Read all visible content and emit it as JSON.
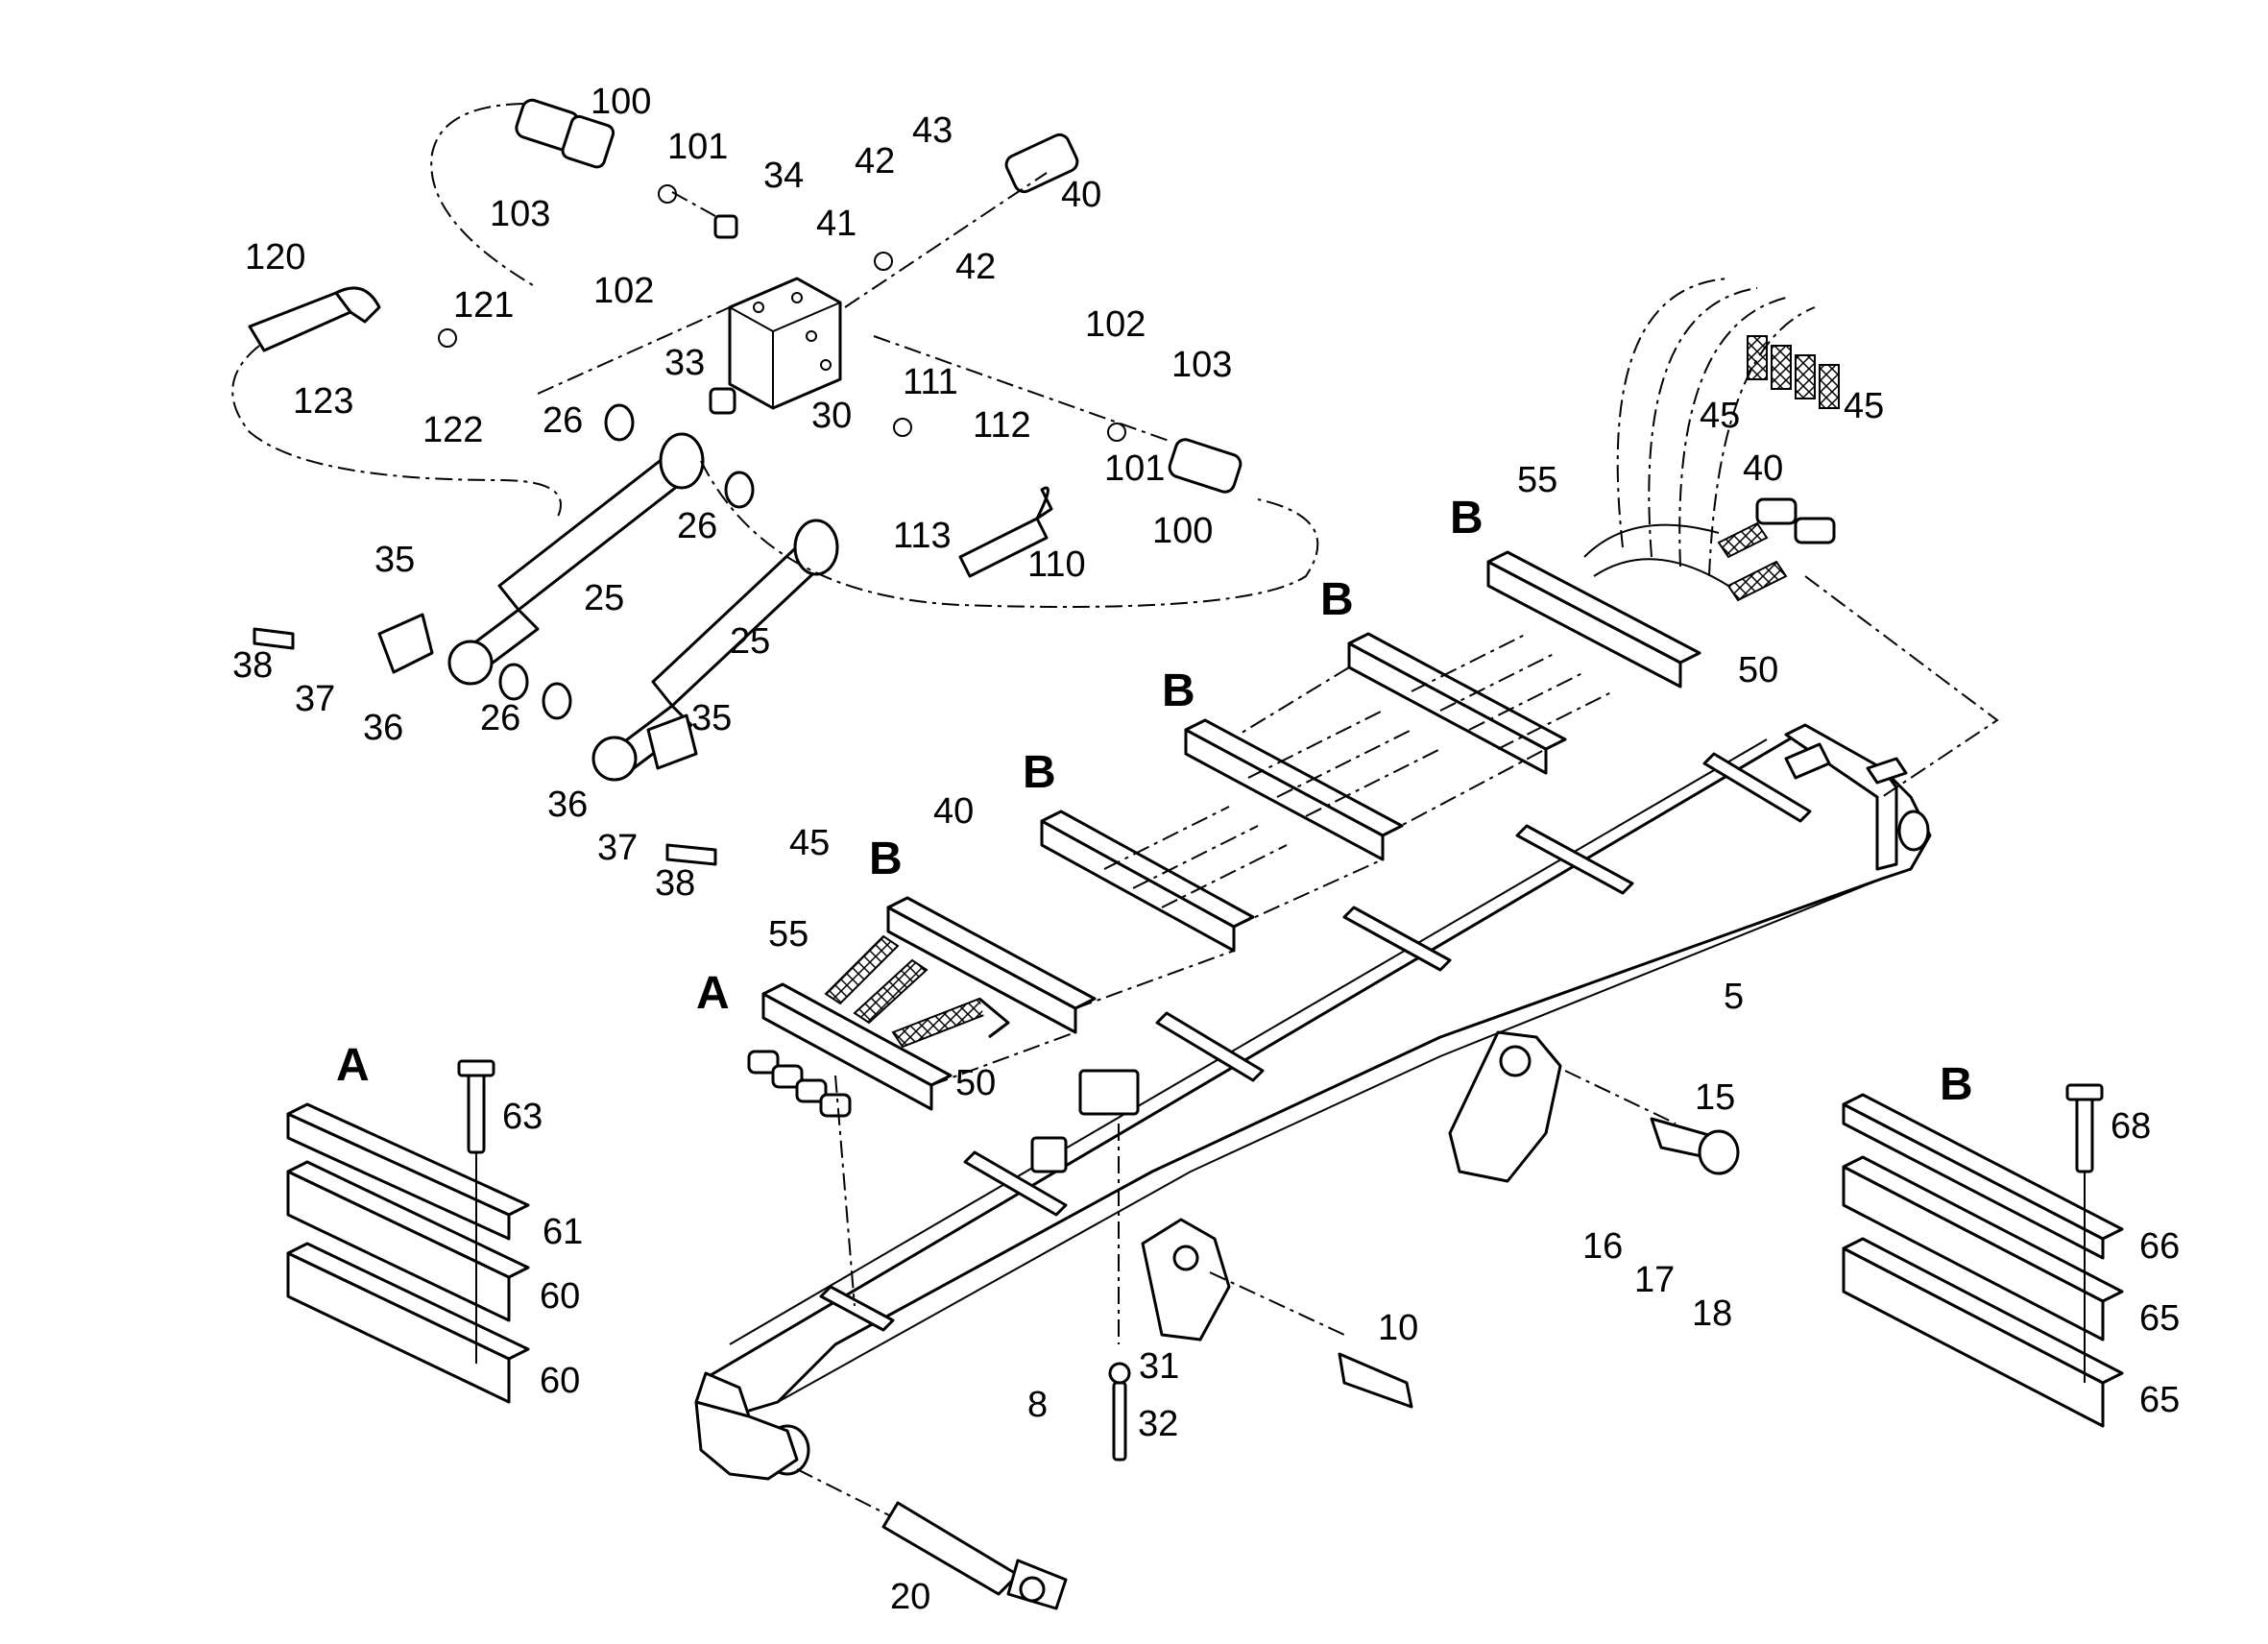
{
  "diagram": {
    "callouts": [
      {
        "id": "c-100a",
        "text": "100"
      },
      {
        "id": "c-101a",
        "text": "101"
      },
      {
        "id": "c-34",
        "text": "34"
      },
      {
        "id": "c-42a",
        "text": "42"
      },
      {
        "id": "c-43",
        "text": "43"
      },
      {
        "id": "c-40a",
        "text": "40"
      },
      {
        "id": "c-103a",
        "text": "103"
      },
      {
        "id": "c-41",
        "text": "41"
      },
      {
        "id": "c-42b",
        "text": "42"
      },
      {
        "id": "c-102a",
        "text": "102"
      },
      {
        "id": "c-120",
        "text": "120"
      },
      {
        "id": "c-121",
        "text": "121"
      },
      {
        "id": "c-33",
        "text": "33"
      },
      {
        "id": "c-111",
        "text": "111"
      },
      {
        "id": "c-102b",
        "text": "102"
      },
      {
        "id": "c-103b",
        "text": "103"
      },
      {
        "id": "c-123",
        "text": "123"
      },
      {
        "id": "c-122",
        "text": "122"
      },
      {
        "id": "c-26a",
        "text": "26"
      },
      {
        "id": "c-30",
        "text": "30"
      },
      {
        "id": "c-112",
        "text": "112"
      },
      {
        "id": "c-101b",
        "text": "101"
      },
      {
        "id": "c-26b",
        "text": "26"
      },
      {
        "id": "c-113",
        "text": "113"
      },
      {
        "id": "c-100b",
        "text": "100"
      },
      {
        "id": "c-110",
        "text": "110"
      },
      {
        "id": "c-35a",
        "text": "35"
      },
      {
        "id": "c-25a",
        "text": "25"
      },
      {
        "id": "c-25b",
        "text": "25"
      },
      {
        "id": "c-38a",
        "text": "38"
      },
      {
        "id": "c-37a",
        "text": "37"
      },
      {
        "id": "c-36a",
        "text": "36"
      },
      {
        "id": "c-26c",
        "text": "26"
      },
      {
        "id": "c-35b",
        "text": "35"
      },
      {
        "id": "c-36b",
        "text": "36"
      },
      {
        "id": "c-37b",
        "text": "37"
      },
      {
        "id": "c-38b",
        "text": "38"
      },
      {
        "id": "c-45a",
        "text": "45"
      },
      {
        "id": "c-40b",
        "text": "40"
      },
      {
        "id": "c-55a",
        "text": "55"
      },
      {
        "id": "c-50a",
        "text": "50"
      },
      {
        "id": "c-55b",
        "text": "55"
      },
      {
        "id": "c-45b",
        "text": "45"
      },
      {
        "id": "c-45c",
        "text": "45"
      },
      {
        "id": "c-40c",
        "text": "40"
      },
      {
        "id": "c-50b",
        "text": "50"
      },
      {
        "id": "c-5",
        "text": "5"
      },
      {
        "id": "c-15",
        "text": "15"
      },
      {
        "id": "c-63",
        "text": "63"
      },
      {
        "id": "c-61",
        "text": "61"
      },
      {
        "id": "c-60a",
        "text": "60"
      },
      {
        "id": "c-60b",
        "text": "60"
      },
      {
        "id": "c-8",
        "text": "8"
      },
      {
        "id": "c-31",
        "text": "31"
      },
      {
        "id": "c-32",
        "text": "32"
      },
      {
        "id": "c-10",
        "text": "10"
      },
      {
        "id": "c-16",
        "text": "16"
      },
      {
        "id": "c-17",
        "text": "17"
      },
      {
        "id": "c-18",
        "text": "18"
      },
      {
        "id": "c-68",
        "text": "68"
      },
      {
        "id": "c-66",
        "text": "66"
      },
      {
        "id": "c-65a",
        "text": "65"
      },
      {
        "id": "c-65b",
        "text": "65"
      },
      {
        "id": "c-20",
        "text": "20"
      }
    ],
    "section_labels": [
      {
        "id": "s-b1",
        "text": "B"
      },
      {
        "id": "s-b2",
        "text": "B"
      },
      {
        "id": "s-b3",
        "text": "B"
      },
      {
        "id": "s-b4",
        "text": "B"
      },
      {
        "id": "s-b5",
        "text": "B"
      },
      {
        "id": "s-a1",
        "text": "A"
      },
      {
        "id": "s-a-detail",
        "text": "A"
      },
      {
        "id": "s-b-detail",
        "text": "B"
      }
    ]
  }
}
